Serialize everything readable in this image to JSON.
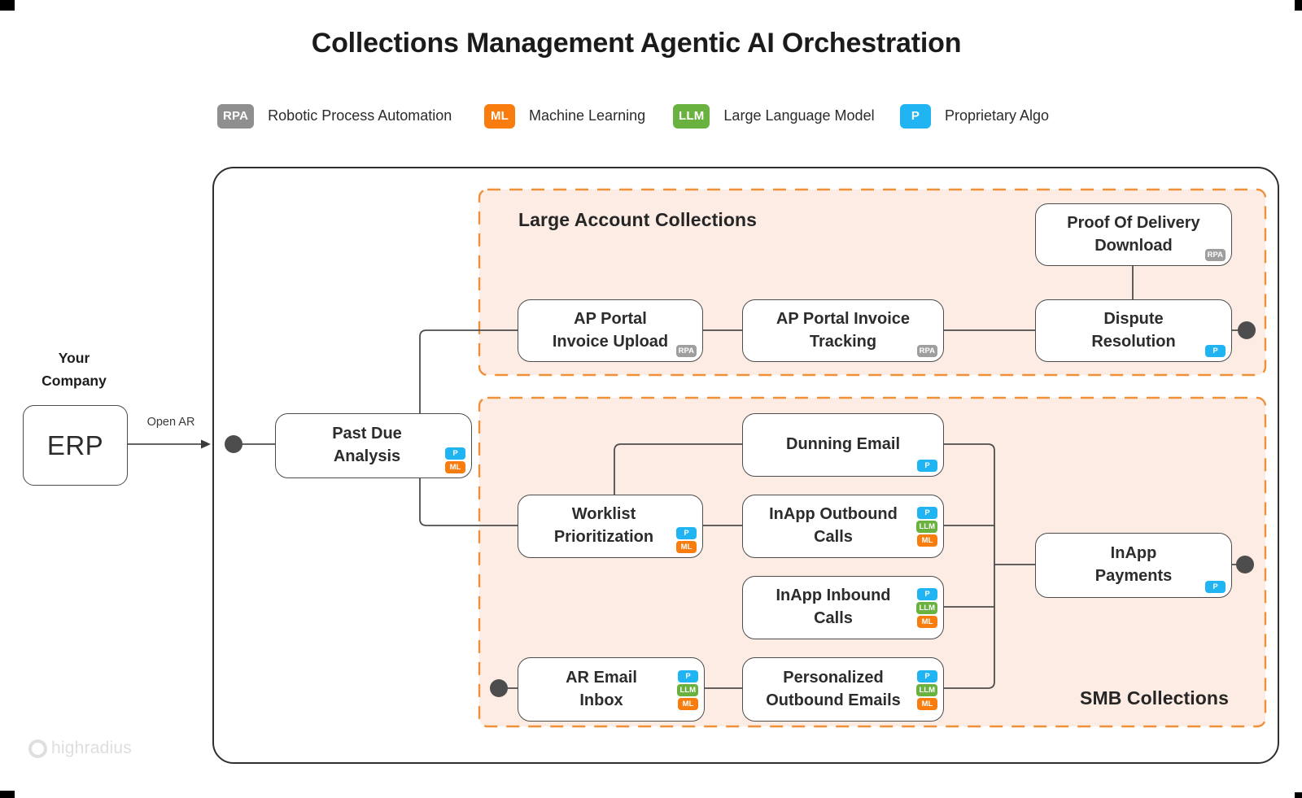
{
  "title": "Collections Management Agentic AI Orchestration",
  "legend": [
    {
      "badge": "RPA",
      "label": "Robotic Process Automation",
      "color": "#8f8f8f"
    },
    {
      "badge": "ML",
      "label": "Machine Learning",
      "color": "#f97d0e"
    },
    {
      "badge": "LLM",
      "label": "Large Language Model",
      "color": "#6ab23f"
    },
    {
      "badge": "P",
      "label": "Proprietary Algo",
      "color": "#20b4f3"
    }
  ],
  "company": {
    "name_line1": "Your",
    "name_line2": "Company",
    "erp": "ERP",
    "flow_label": "Open AR"
  },
  "sections": {
    "large_account": "Large Account Collections",
    "smb": "SMB Collections"
  },
  "nodes": {
    "past_due_analysis": {
      "label": "Past Due\nAnalysis",
      "badges": [
        "P",
        "ML"
      ]
    },
    "ap_portal_invoice_upload": {
      "label": "AP Portal\nInvoice Upload",
      "badges": [
        "RPA"
      ]
    },
    "ap_portal_invoice_tracking": {
      "label": "AP Portal Invoice\nTracking",
      "badges": [
        "RPA"
      ]
    },
    "proof_of_delivery_download": {
      "label": "Proof Of Delivery\nDownload",
      "badges": [
        "RPA"
      ]
    },
    "dispute_resolution": {
      "label": "Dispute\nResolution",
      "badges": [
        "P"
      ]
    },
    "dunning_email": {
      "label": "Dunning Email",
      "badges": [
        "P"
      ]
    },
    "worklist_prioritization": {
      "label": "Worklist\nPrioritization",
      "badges": [
        "P",
        "ML"
      ]
    },
    "inapp_outbound_calls": {
      "label": "InApp Outbound\nCalls",
      "badges": [
        "P",
        "LLM",
        "ML"
      ]
    },
    "inapp_inbound_calls": {
      "label": "InApp Inbound\nCalls",
      "badges": [
        "P",
        "LLM",
        "ML"
      ]
    },
    "ar_email_inbox": {
      "label": "AR Email\nInbox",
      "badges": [
        "P",
        "LLM",
        "ML"
      ]
    },
    "personalized_outbound_emails": {
      "label": "Personalized\nOutbound Emails",
      "badges": [
        "P",
        "LLM",
        "ML"
      ]
    },
    "inapp_payments": {
      "label": "InApp\nPayments",
      "badges": [
        "P"
      ]
    }
  },
  "colors": {
    "rpa_badge": "#8f8f8f",
    "ml_badge": "#f97d0e",
    "llm_badge": "#6ab23f",
    "p_badge": "#20b4f3",
    "section_fill": "#fdece3",
    "section_dash": "#f0913a",
    "connector": "#4d4d4d"
  },
  "watermark": "highradius"
}
